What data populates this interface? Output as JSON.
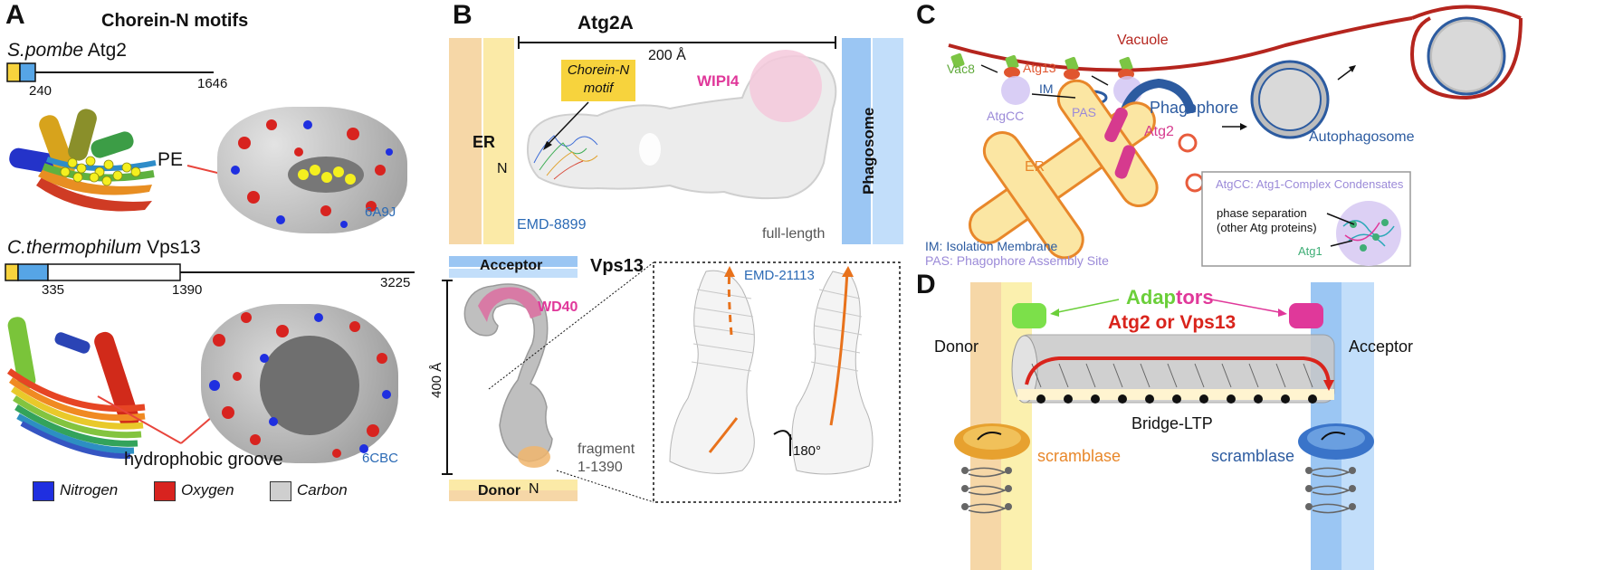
{
  "panelA": {
    "letter": "A",
    "title": "Chorein-N motifs",
    "spombe": {
      "species": "S.pombe",
      "protein": "Atg2",
      "mark": "240",
      "length": "1646",
      "pdb": "6A9J"
    },
    "pe_label": "PE",
    "cthermo": {
      "species": "C.thermophilum",
      "protein": "Vps13",
      "mark1": "335",
      "mark2": "1390",
      "length": "3225",
      "pdb": "6CBC"
    },
    "groove_label": "hydrophobic groove",
    "legend": [
      {
        "label": "Nitrogen",
        "color": "#1f2fe0"
      },
      {
        "label": "Oxygen",
        "color": "#d8231f"
      },
      {
        "label": "Carbon",
        "color": "#cfcfcf"
      }
    ]
  },
  "panelB": {
    "letter": "B",
    "atg2a_title": "Atg2A",
    "distance": "200 Å",
    "er": "ER",
    "n1": "N",
    "chorein_box": [
      "Chorein-N",
      "motif"
    ],
    "wipi4": "WIPI4",
    "phagosome": "Phagosome",
    "emd1": "EMD-8899",
    "full_length": "full-length",
    "acceptor": "Acceptor",
    "vps13_title": "Vps13",
    "wd40": "WD40",
    "height": "400 Å",
    "fragment": [
      "fragment",
      "1-1390"
    ],
    "donor": "Donor",
    "n2": "N",
    "emd2": "EMD-21113",
    "rotation": "180°"
  },
  "panelC": {
    "letter": "C",
    "vacuole": "Vacuole",
    "vac8": "Vac8",
    "atg13": "Atg13",
    "im": "IM",
    "atgcc": "AtgCC",
    "pas": "PAS",
    "phagophore": "Phagophore",
    "atg2": "Atg2",
    "er": "ER",
    "autophagosome": "Autophagosome",
    "box_title": "AtgCC: Atg1-Complex Condensates",
    "phase_sep": [
      "phase separation",
      "(other Atg proteins)"
    ],
    "atg1": "Atg1",
    "foot1": "IM: Isolation Membrane",
    "foot2": "PAS: Phagophore Assembly Site"
  },
  "panelD": {
    "letter": "D",
    "adaptors_prefix": "Adap",
    "adaptors_suffix": "tors",
    "title": "Atg2 or Vps13",
    "donor": "Donor",
    "acceptor": "Acceptor",
    "bridge": "Bridge-LTP",
    "scramblase_left": "scramblase",
    "scramblase_right": "scramblase"
  }
}
